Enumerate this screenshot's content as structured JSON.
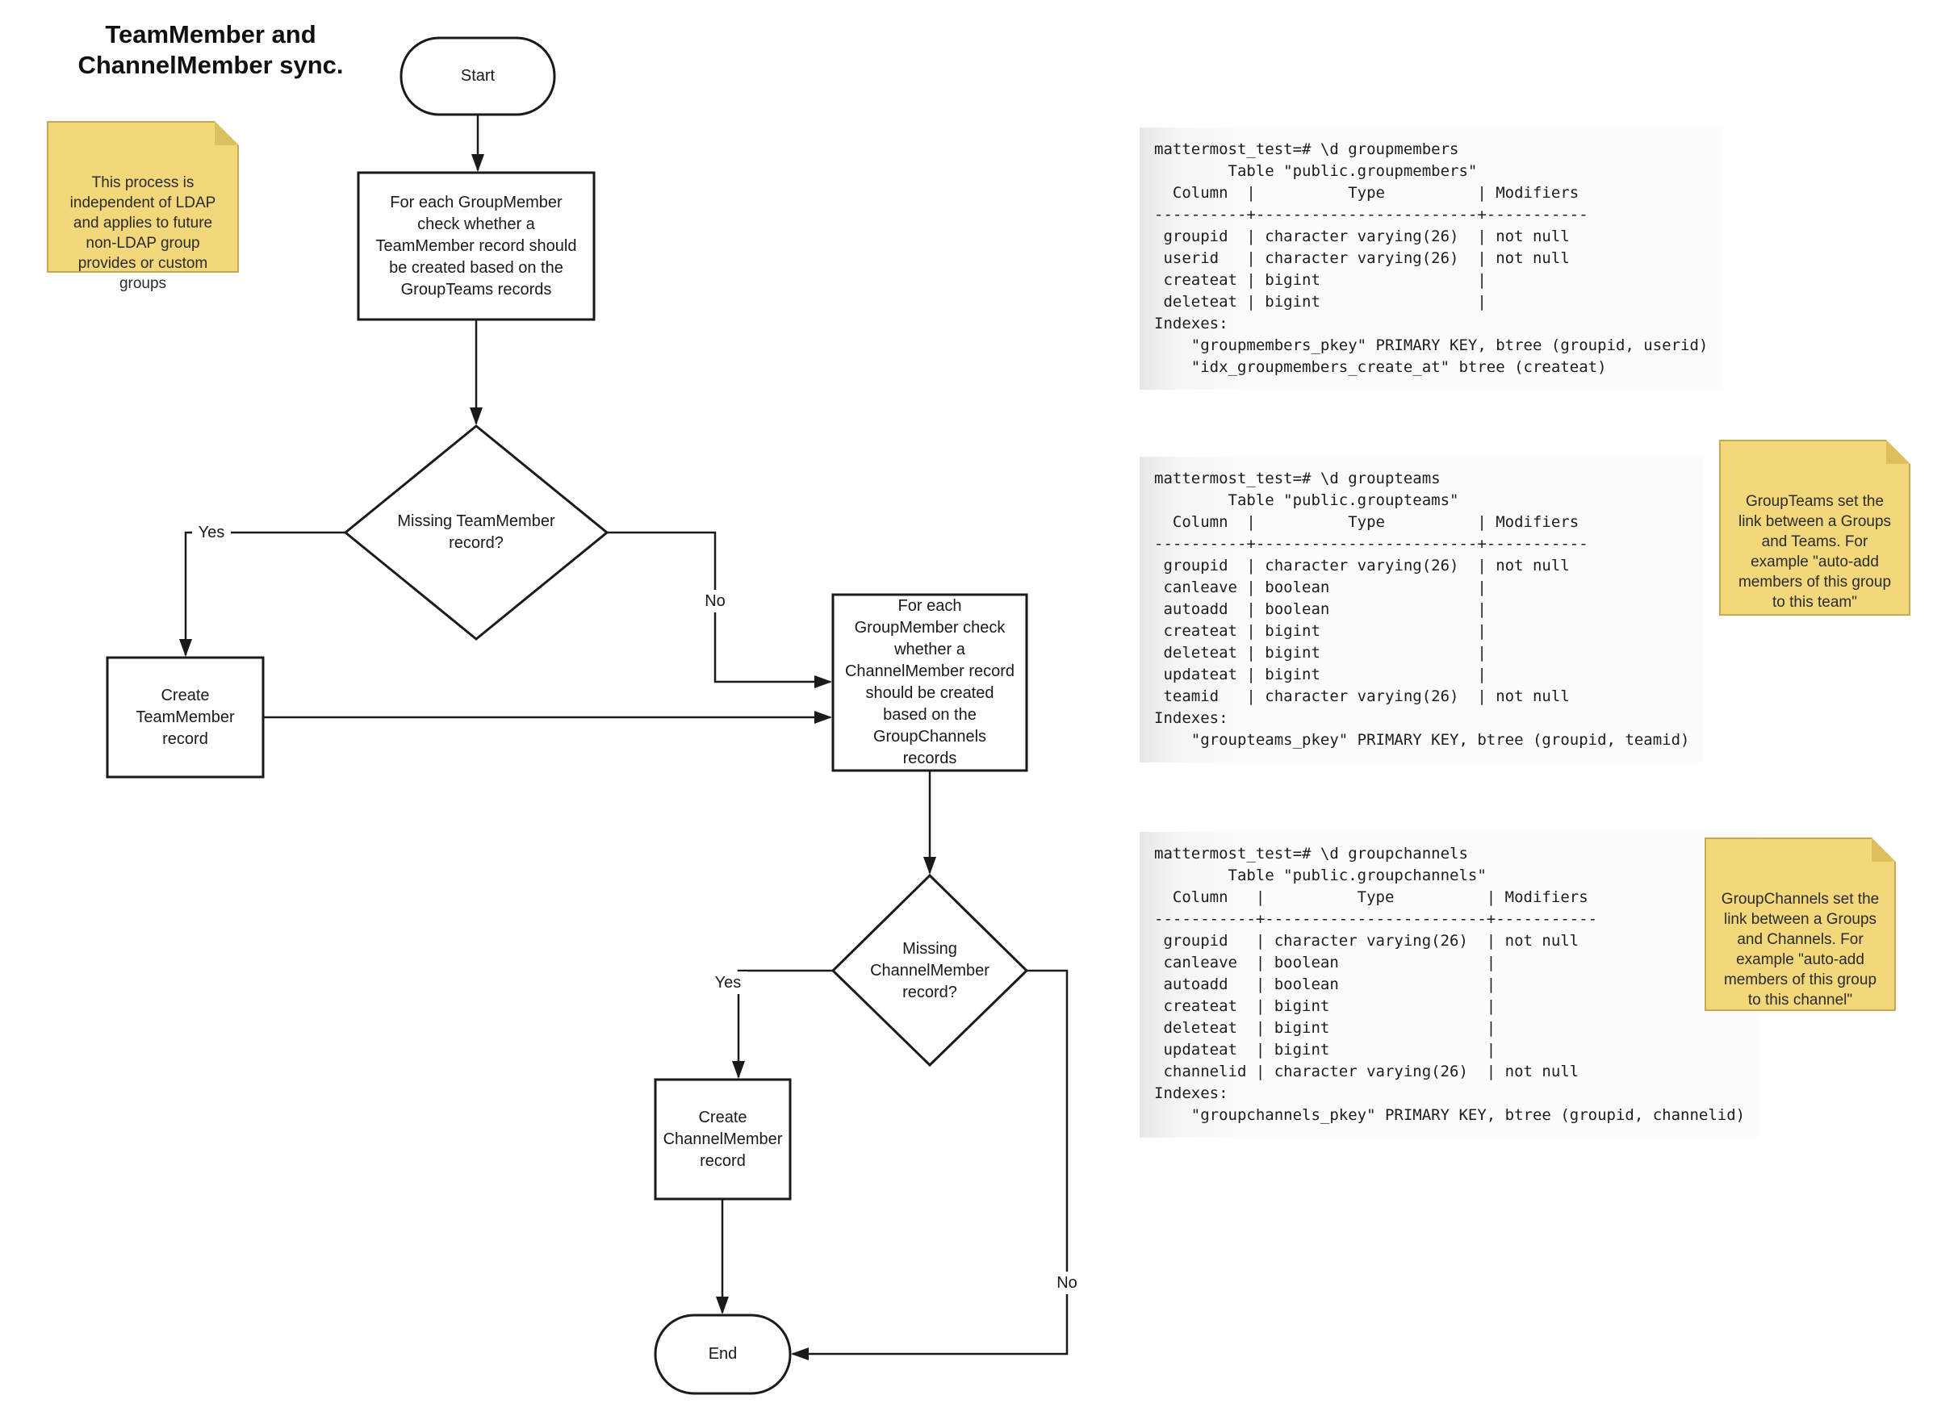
{
  "title": "TeamMember and\nChannelMember sync.",
  "flowchart": {
    "start": "Start",
    "process1": "For each GroupMember\ncheck whether a\nTeamMember record should\nbe created based on the\nGroupTeams records",
    "decision1": "Missing TeamMember\nrecord?",
    "create_team_member": "Create\nTeamMember\nrecord",
    "process2": "For each\nGroupMember check\nwhether a\nChannelMember record\nshould be created\nbased on the\nGroupChannels\nrecords",
    "decision2": "Missing\nChannelMember\nrecord?",
    "create_channel_member": "Create\nChannelMember\nrecord",
    "end": "End",
    "labels": {
      "yes1": "Yes",
      "no1": "No",
      "yes2": "Yes",
      "no2": "No"
    }
  },
  "notes": {
    "ldap": "This process is\nindependent of LDAP\nand applies to future\nnon-LDAP group\nprovides or custom\ngroups",
    "groupteams": "GroupTeams set the\nlink between a Groups\nand Teams. For\nexample \"auto-add\nmembers of this group\nto this team\"",
    "groupchannels": "GroupChannels set the\nlink between a Groups\nand Channels. For\nexample \"auto-add\nmembers of this group\nto this channel\""
  },
  "terminals": {
    "groupmembers": "mattermost_test=# \\d groupmembers\n        Table \"public.groupmembers\"\n  Column  |          Type          | Modifiers\n----------+------------------------+-----------\n groupid  | character varying(26)  | not null\n userid   | character varying(26)  | not null\n createat | bigint                 |\n deleteat | bigint                 |\nIndexes:\n    \"groupmembers_pkey\" PRIMARY KEY, btree (groupid, userid)\n    \"idx_groupmembers_create_at\" btree (createat)",
    "groupteams": "mattermost_test=# \\d groupteams\n        Table \"public.groupteams\"\n  Column  |          Type          | Modifiers\n----------+------------------------+-----------\n groupid  | character varying(26)  | not null\n canleave | boolean                |\n autoadd  | boolean                |\n createat | bigint                 |\n deleteat | bigint                 |\n updateat | bigint                 |\n teamid   | character varying(26)  | not null\nIndexes:\n    \"groupteams_pkey\" PRIMARY KEY, btree (groupid, teamid)",
    "groupchannels": "mattermost_test=# \\d groupchannels\n        Table \"public.groupchannels\"\n  Column   |          Type          | Modifiers\n-----------+------------------------+-----------\n groupid   | character varying(26)  | not null\n canleave  | boolean                |\n autoadd   | boolean                |\n createat  | bigint                 |\n deleteat  | bigint                 |\n updateat  | bigint                 |\n channelid | character varying(26)  | not null\nIndexes:\n    \"groupchannels_pkey\" PRIMARY KEY, btree (groupid, channelid)"
  },
  "colors": {
    "note_fill": "#F2D87B",
    "note_border": "#C7A94F",
    "note_fold": "#DCC05E",
    "line": "#1a1a1a",
    "shape_fill": "#ffffff"
  }
}
